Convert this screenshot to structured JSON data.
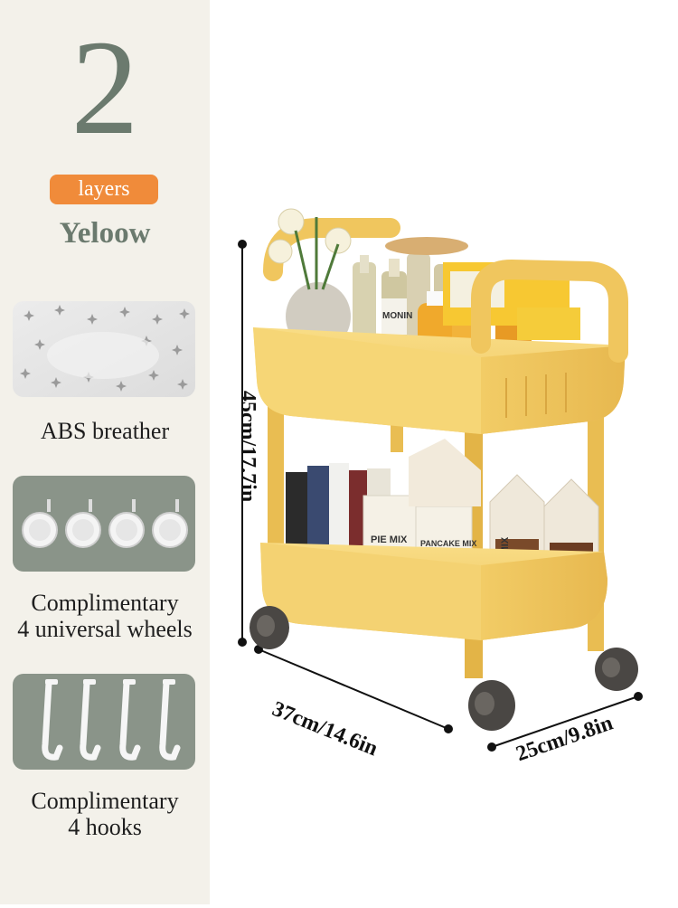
{
  "layer_count": "2",
  "layers_label": "layers",
  "color_name": "Yeloow",
  "features": [
    {
      "lines": [
        "ABS breather"
      ],
      "icon": "perforated-panel-icon"
    },
    {
      "lines": [
        "Complimentary",
        "4 universal wheels"
      ],
      "icon": "caster-wheels-icon"
    },
    {
      "lines": [
        "Complimentary",
        "4 hooks"
      ],
      "icon": "hooks-icon"
    }
  ],
  "dimensions": {
    "height": "45cm/17.7in",
    "width": "37cm/14.6in",
    "depth": "25cm/9.8in"
  },
  "product_text": {
    "pie_mix": "PIE MIX",
    "pancake_mix": "PANCAKE MIX",
    "pancake_mix_side": "PANCAKE MIX",
    "monin": "MONIN"
  },
  "colors": {
    "accent": "#f08b3a",
    "sage": "#6b7a6e",
    "cart_yellow": "#f5cf6a",
    "panel_bg": "#f3f1ea"
  }
}
